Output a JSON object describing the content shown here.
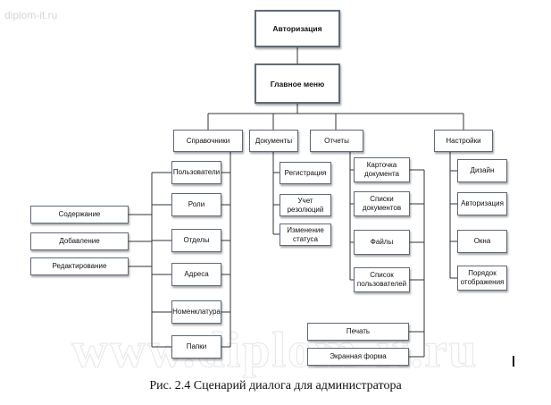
{
  "watermark": {
    "site": "diplom-it.ru",
    "big": "www.diplom-it.ru"
  },
  "nodes": {
    "auth": "Авторизация",
    "main_menu": "Главное меню",
    "directories": "Справочники",
    "documents": "Документы",
    "reports": "Отчеты",
    "settings": "Настройки",
    "users": "Пользователи",
    "roles": "Роли",
    "departments": "Отделы",
    "addresses": "Адреса",
    "nomenclature": "Номенклатура",
    "folders": "Папки",
    "content": "Содержание",
    "add": "Добавление",
    "edit": "Редактирование",
    "registration": "Регистрация",
    "resolutions": "Учет резолюций",
    "status_change": "Изменение статуса",
    "doc_card": "Карточка документа",
    "doc_lists": "Списки документов",
    "files": "Файлы",
    "user_list": "Список пользователей",
    "print": "Печать",
    "screen_form": "Экранная форма",
    "design": "Дизайн",
    "authorization": "Авторизация",
    "windows": "Окна",
    "display_order": "Порядок отображения"
  },
  "caption": "Рис. 2.4 Сценарий диалога для администратора"
}
